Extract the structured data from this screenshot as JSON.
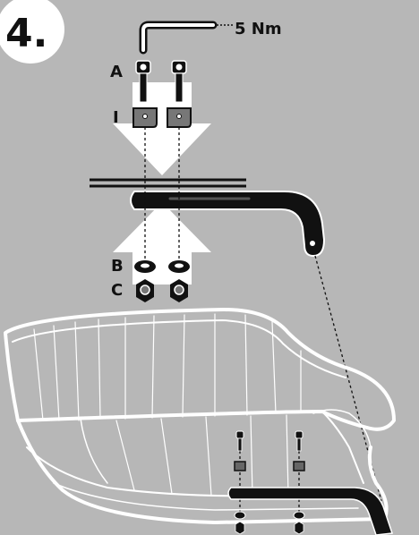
{
  "step": {
    "number": "4."
  },
  "tool": {
    "torque": "5 Nm",
    "icon": "hex-key-icon"
  },
  "parts": {
    "bolt": "A",
    "clamp_block": "I",
    "washer": "B",
    "nut": "C"
  },
  "colors": {
    "background": "#b7b7b7",
    "line_art": "#ffffff",
    "parts_dark": "#111111",
    "arrow_fill": "#ffffff"
  }
}
